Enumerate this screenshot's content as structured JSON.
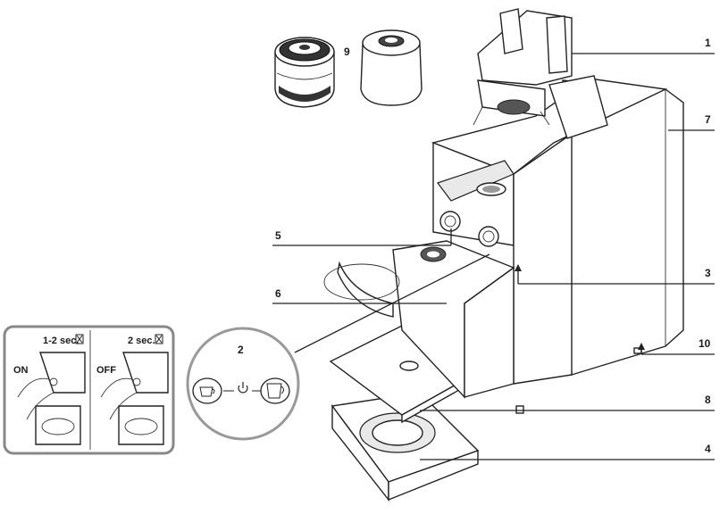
{
  "callouts": {
    "c1": "1",
    "c2": "2",
    "c3": "3",
    "c4": "4",
    "c5": "5",
    "c6": "6",
    "c7": "7",
    "c8": "8",
    "c9": "9",
    "c10": "10"
  },
  "inset": {
    "left_time": "1-2 sec.",
    "right_time": "2 sec.",
    "on_label": "ON",
    "off_label": "OFF",
    "timer_icon": "hourglass-icon"
  },
  "detail_circle": {
    "left_icon": "small-cup-icon",
    "center_icon": "power-icon",
    "right_icon": "large-cup-icon"
  }
}
